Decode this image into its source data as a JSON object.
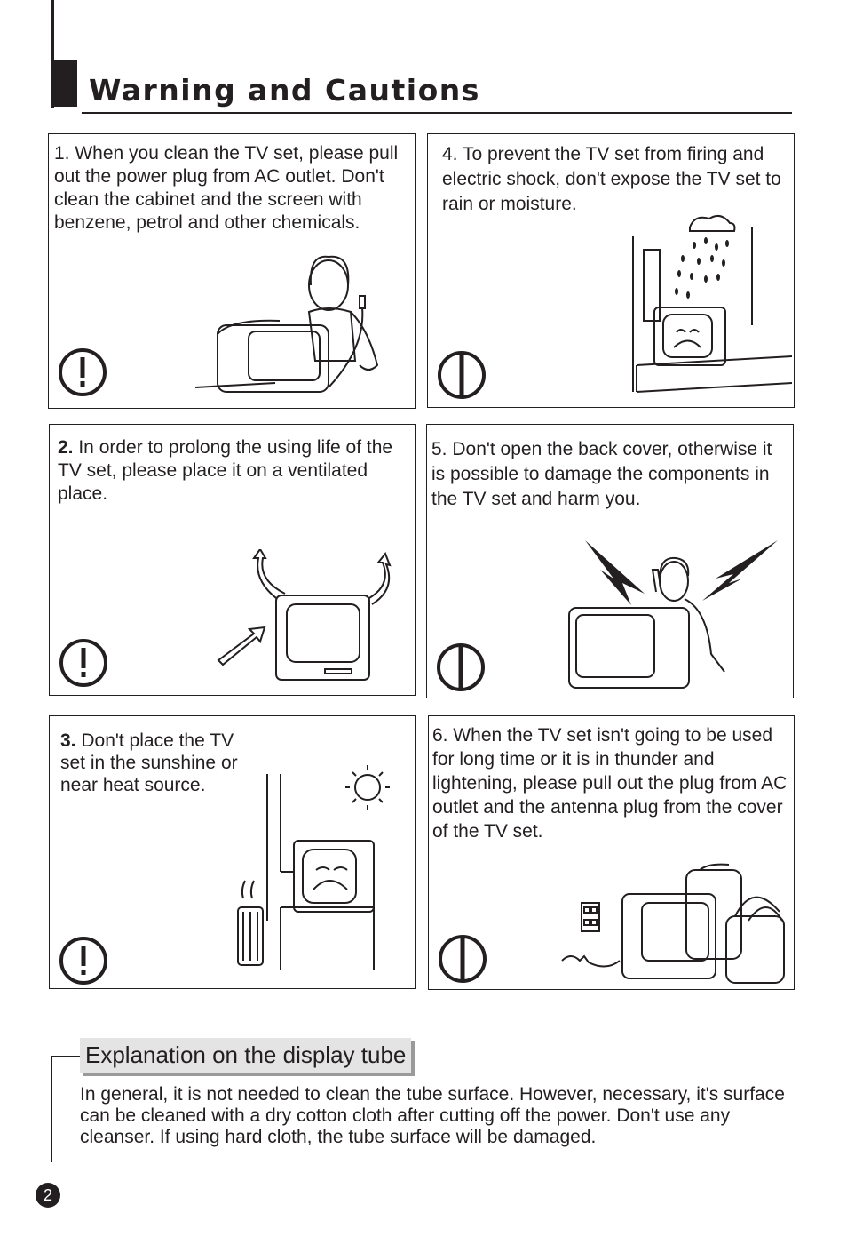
{
  "header": {
    "title": "Warning and Cautions"
  },
  "cautions": [
    {
      "id": 1,
      "num": "",
      "text": "1. When you clean the TV set, please pull out the power plug from AC outlet. Don't  clean the  cabinet and the screen  with benzene, petrol and other chemicals.",
      "symbol": "exclamation-icon"
    },
    {
      "id": 2,
      "num": "2.",
      "text": " In order to prolong the using life of the TV set, please place it on a ventilated place.",
      "symbol": "exclamation-icon"
    },
    {
      "id": 3,
      "num": "3.",
      "text": " Don't place the TV set in the sunshine or near heat source.",
      "symbol": "exclamation-icon"
    },
    {
      "id": 4,
      "num": "",
      "text": "4. To prevent the TV set from firing and electric shock, don't expose the TV set to rain or moisture.",
      "symbol": "prohibition-icon"
    },
    {
      "id": 5,
      "num": "",
      "text": "5. Don't open the back cover, otherwise it is possible to damage the components in the TV set and harm you.",
      "symbol": "prohibition-icon"
    },
    {
      "id": 6,
      "num": "",
      "text": "6. When the TV set isn't going to be used for long time or it is in thunder and lightening, please pull out the plug from AC outlet and the antenna plug from the cover of the TV set.",
      "symbol": "prohibition-icon"
    }
  ],
  "explanation": {
    "label": "Explanation on the display tube",
    "body": "In general, it is not needed to clean the tube surface. However, necessary, it's surface can be cleaned with a dry cotton cloth after cutting off the power. Don't use any cleanser. If using hard cloth, the tube surface will be damaged."
  },
  "page": {
    "number": "2"
  }
}
